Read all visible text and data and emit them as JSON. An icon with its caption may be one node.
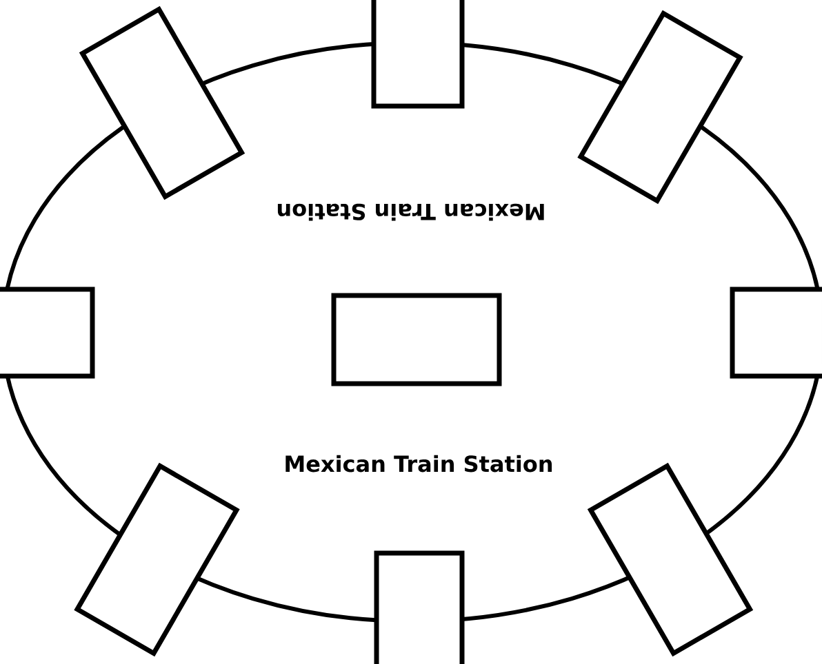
{
  "diagram": {
    "nodes": [
      {
        "text": [
          "Mexican Train Station",
          "Mexican Train Station"
        ]
      },
      {
        "text": [],
        "shape": "box"
      },
      {
        "text": [],
        "shape": "box"
      },
      {
        "text": [],
        "shape": "box"
      },
      {
        "text": [],
        "shape": "box"
      },
      {
        "text": [],
        "shape": "box",
        "in": 0
      },
      {
        "text": [],
        "shape": "box"
      },
      {
        "text": [],
        "shape": "box"
      },
      {
        "text": [],
        "shape": "box"
      },
      {
        "text": [],
        "shape": "box"
      }
    ]
  }
}
